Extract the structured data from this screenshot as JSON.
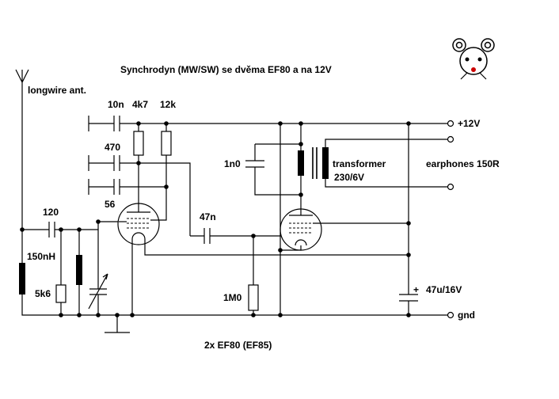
{
  "title": "Synchrodyn (MW/SW) se dvěma EF80 a na 12V",
  "subtitle": "2x EF80 (EF85)",
  "labels": {
    "antenna": "longwire ant.",
    "c_10n": "10n",
    "r_4k7": "4k7",
    "r_12k": "12k",
    "c_470": "470",
    "c_56": "56",
    "c_120": "120",
    "l_150nH": "150nH",
    "r_5k6": "5k6",
    "c_47n": "47n",
    "c_1n0": "1n0",
    "r_1M0": "1M0",
    "transformer": "transformer",
    "transformer_ratio": "230/6V",
    "earphones": "earphones 150R",
    "supply": "+12V",
    "c_47u": "47u/16V",
    "c_plus": "+",
    "ground": "gnd"
  },
  "colors": {
    "ink": "#000000",
    "mascot_nose": "#cc0000",
    "background": "#ffffff"
  },
  "icons": {
    "logo": "mouse-face-icon"
  }
}
